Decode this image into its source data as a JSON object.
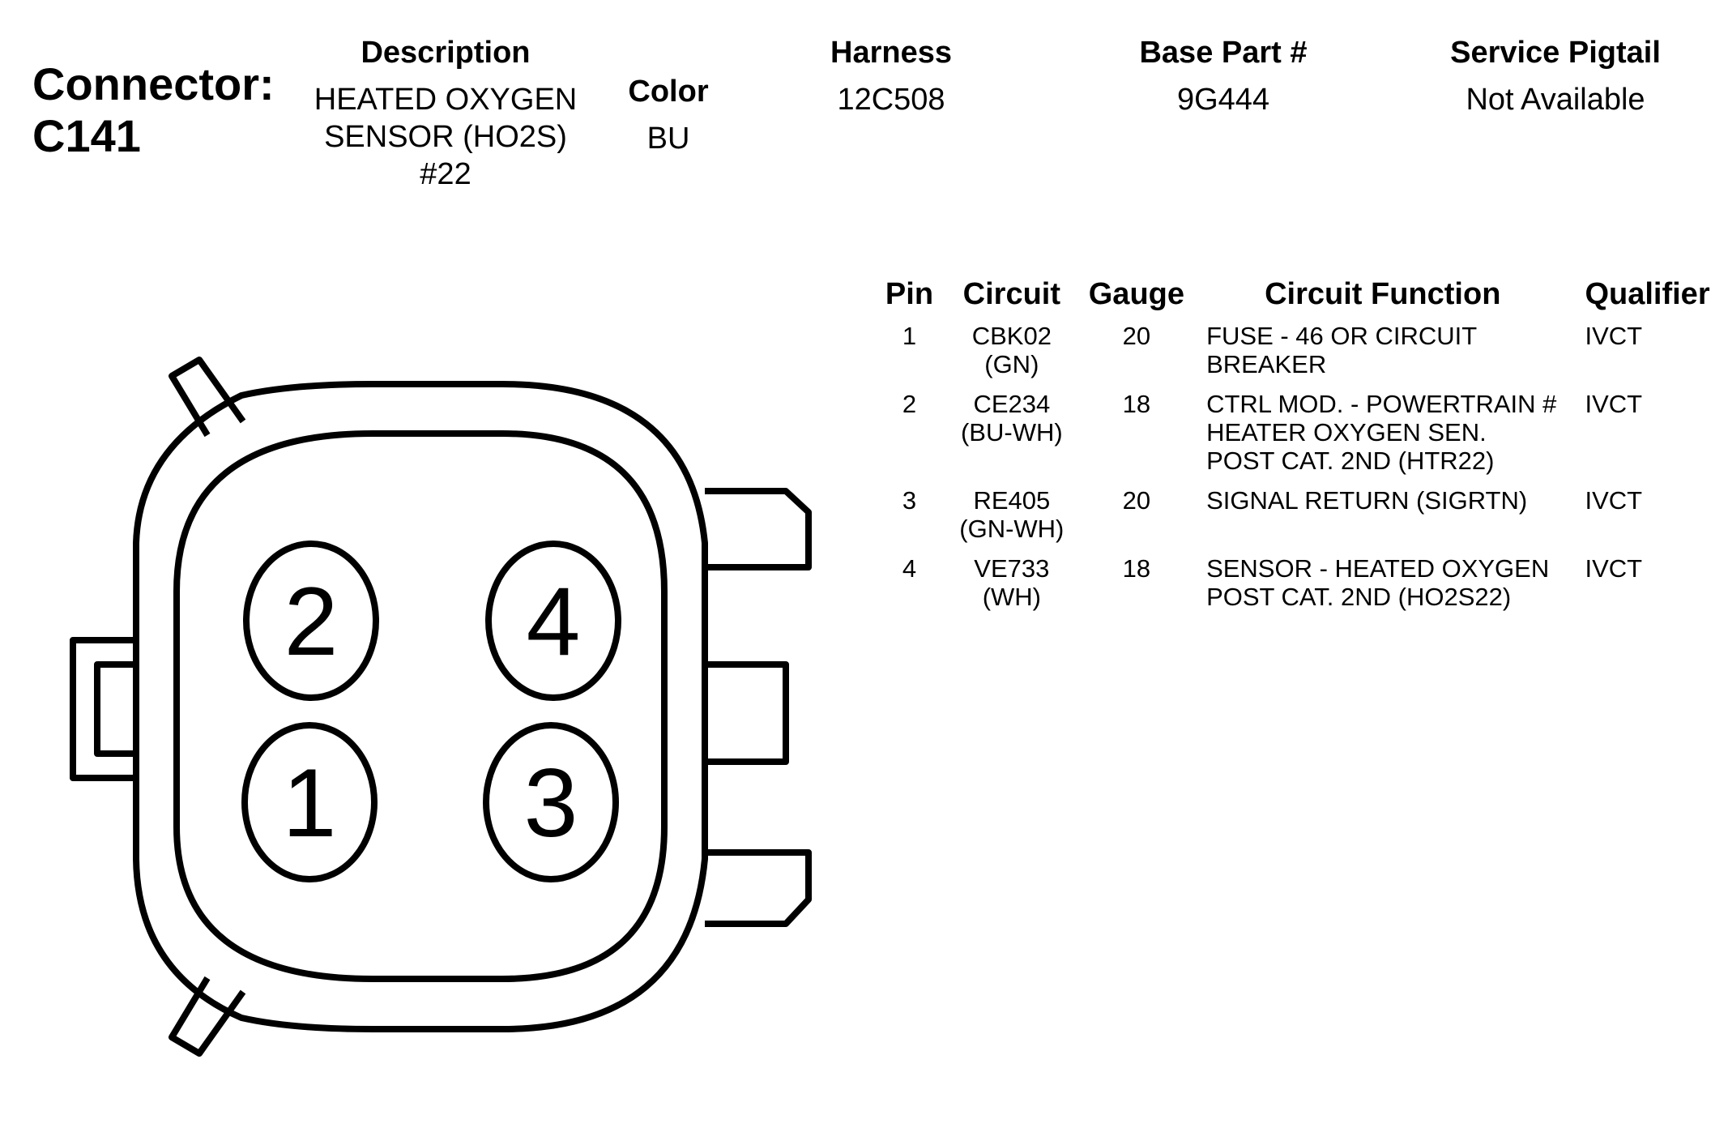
{
  "connector": {
    "label": "Connector:",
    "id": "C141"
  },
  "header": {
    "description_label": "Description",
    "description_value": "HEATED OXYGEN\nSENSOR (HO2S)\n#22",
    "color_label": "Color",
    "color_value": "BU",
    "harness_label": "Harness",
    "harness_value": "12C508",
    "base_part_label": "Base Part #",
    "base_part_value": "9G444",
    "service_pigtail_label": "Service Pigtail",
    "service_pigtail_value": "Not Available"
  },
  "pin_table": {
    "columns": [
      "Pin",
      "Circuit",
      "Gauge",
      "Circuit Function",
      "Qualifier"
    ],
    "rows": [
      {
        "pin": "1",
        "circuit": "CBK02\n(GN)",
        "gauge": "20",
        "function": "FUSE - 46 OR CIRCUIT\nBREAKER",
        "qualifier": "IVCT"
      },
      {
        "pin": "2",
        "circuit": "CE234\n(BU-WH)",
        "gauge": "18",
        "function": "CTRL MOD. - POWERTRAIN #\nHEATER OXYGEN SEN.\nPOST CAT. 2ND (HTR22)",
        "qualifier": "IVCT"
      },
      {
        "pin": "3",
        "circuit": "RE405\n(GN-WH)",
        "gauge": "20",
        "function": "SIGNAL RETURN (SIGRTN)",
        "qualifier": "IVCT"
      },
      {
        "pin": "4",
        "circuit": "VE733\n(WH)",
        "gauge": "18",
        "function": "SENSOR - HEATED OXYGEN\nPOST CAT. 2ND (HO2S22)",
        "qualifier": "IVCT"
      }
    ]
  },
  "diagram": {
    "pin_labels": {
      "top_left": "2",
      "top_right": "4",
      "bottom_left": "1",
      "bottom_right": "3"
    }
  }
}
